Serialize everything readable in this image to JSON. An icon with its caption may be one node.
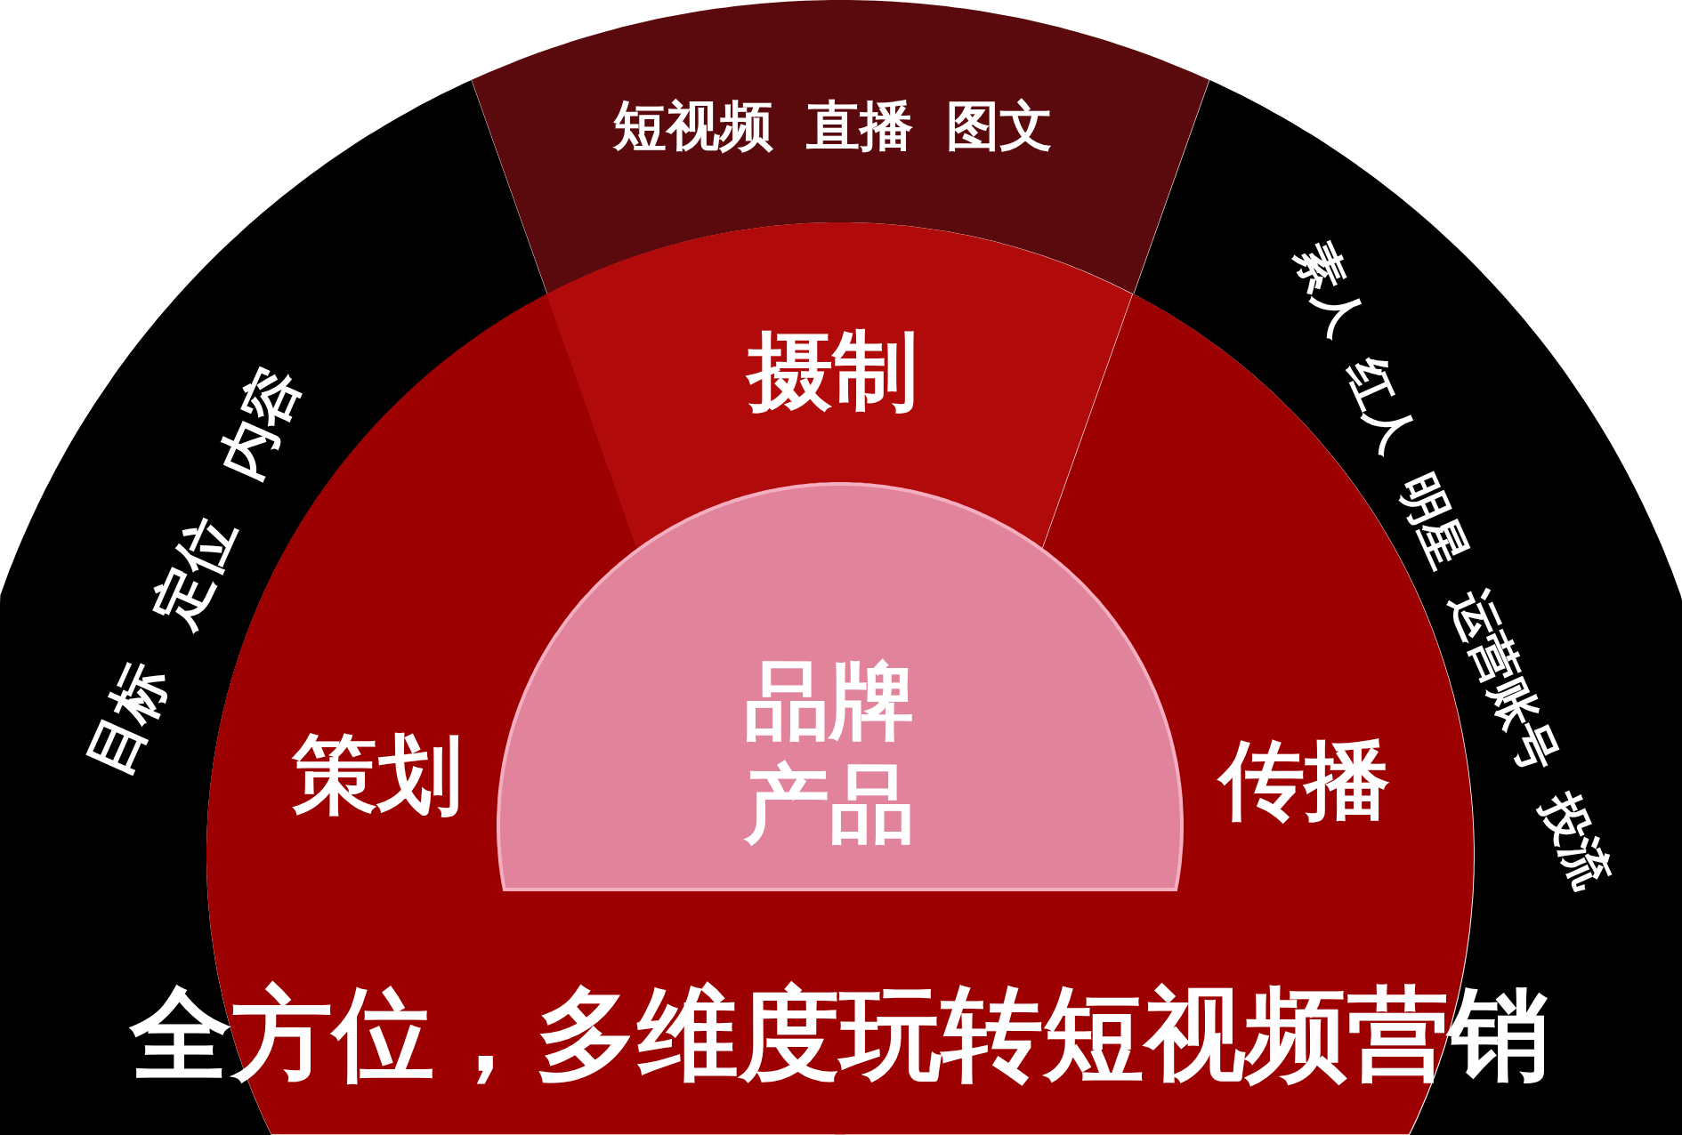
{
  "diagram": {
    "title": "全方位，多维度玩转短视频营销",
    "nodes": [
      {
        "text": [
          "目标 定位 内容"
        ]
      },
      {
        "text": [
          "短视频 直播 图文"
        ]
      },
      {
        "text": [
          "素人 红人 明星 运营账号 投流"
        ]
      },
      {
        "text": [
          "策划"
        ]
      },
      {
        "text": [
          "摄制"
        ]
      },
      {
        "text": [
          "传播"
        ]
      },
      {
        "text": [
          "品牌产品"
        ]
      }
    ]
  }
}
